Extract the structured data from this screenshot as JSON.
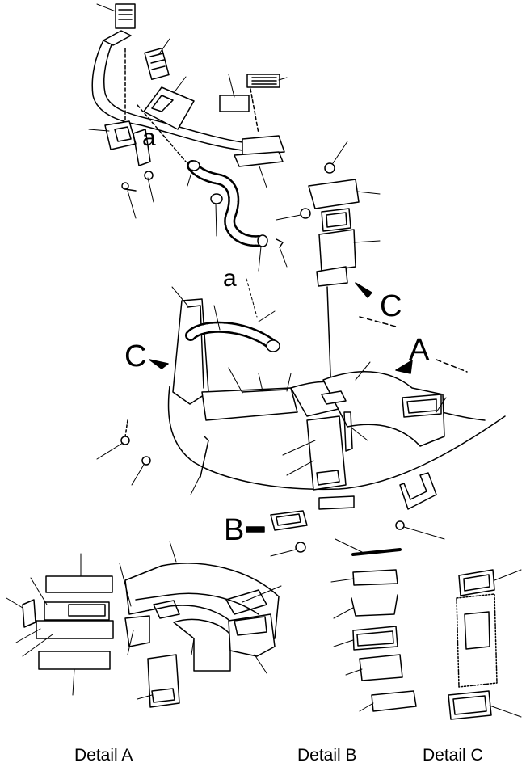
{
  "callouts": {
    "a_top": "a",
    "a_mid": "a",
    "c_right": "C",
    "c_left": "C",
    "a_view": "A",
    "b_view": "B"
  },
  "captions": {
    "detail_a": "Detail A",
    "detail_b": "Detail B",
    "detail_c": "Detail C"
  },
  "colors": {
    "ink": "#000000",
    "paper": "#ffffff"
  }
}
